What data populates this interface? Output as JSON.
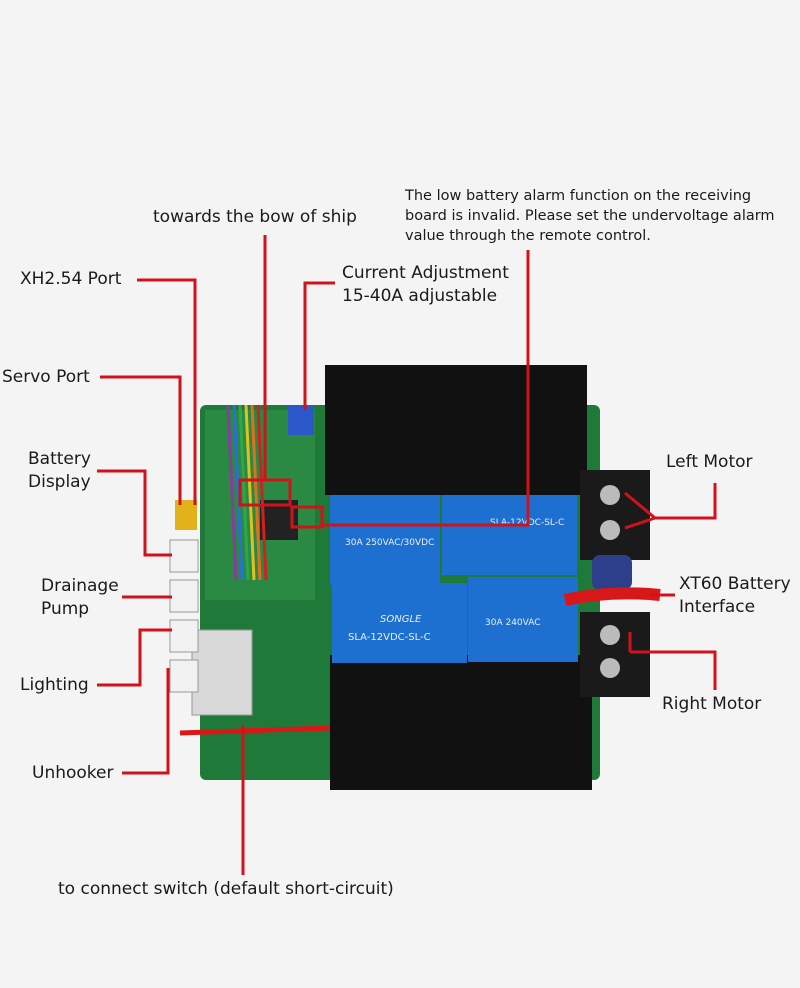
{
  "labels": {
    "bow": "towards the bow of ship",
    "note": "The low battery alarm function on the receiving board is invalid. Please set the undervoltage alarm value through the remote control.",
    "xh254": "XH2.54 Port",
    "current_line1": "Current Adjustment",
    "current_line2": "15-40A adjustable",
    "servo": "Servo Port",
    "battery_line1": "Battery",
    "battery_line2": "Display",
    "drainage_line1": "Drainage",
    "drainage_line2": "Pump",
    "lighting": "Lighting",
    "unhooker": "Unhooker",
    "switch": "to connect switch (default short-circuit)",
    "left_motor": "Left Motor",
    "xt60_line1": "XT60 Battery",
    "xt60_line2": "Interface",
    "right_motor": "Right Motor"
  },
  "relays": {
    "top_left": "30A 250VAC/30VDC",
    "top_right": "SLA-12VDC-SL-C",
    "bottom_left": "SLA-12VDC-SL-C",
    "bottom_right": "30A 240VAC",
    "brand": "SONGLE"
  },
  "colors": {
    "leader_line": "#d2121a",
    "pcb": "#1f7a3a",
    "relay": "#1d6fd0",
    "heatsink": "#111111"
  }
}
